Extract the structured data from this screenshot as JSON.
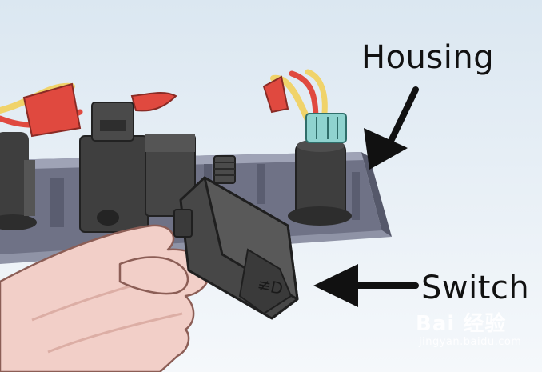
{
  "labels": {
    "housing": "Housing",
    "switch": "Switch"
  },
  "switch_symbol": "≢D",
  "watermark": {
    "brand": "Bai 经验",
    "site": "jingyan.baidu.com"
  },
  "colors": {
    "background_top": "#d8e6f1",
    "background_bottom": "#f4f8fb",
    "housing_panel": "#6f7286",
    "housing_edge": "#9fa3b6",
    "switch_body": "#474747",
    "switch_face": "#595959",
    "skin": "#f2cfc8",
    "skin_shadow": "#dcaea5",
    "wire_red": "#e0493f",
    "wire_yellow": "#f0d36a",
    "connector_teal": "#8fd3cf",
    "arrow": "#111111"
  }
}
